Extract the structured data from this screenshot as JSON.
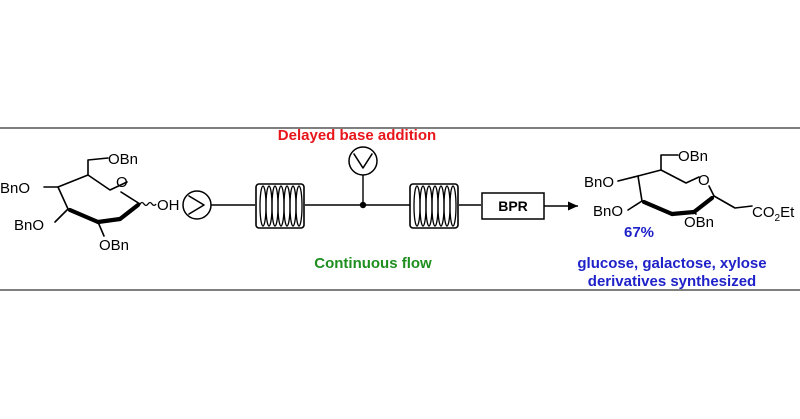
{
  "colors": {
    "base_addition": "#e8151b",
    "continuous_flow": "#1e8f1e",
    "product_info": "#1f22c8"
  },
  "labels": {
    "base_addition": "Delayed base addition",
    "continuous_flow": "Continuous flow",
    "bpr": "BPR",
    "yield": "67%",
    "scope_line1": "glucose, galactose, xylose",
    "scope_line2": "derivatives synthesized"
  },
  "starting_material": {
    "c6_label": "OBn",
    "c4_label": "BnO",
    "c3_label": "BnO",
    "c2_label": "OBn",
    "ring_o": "O",
    "anomeric_oh": "OH"
  },
  "product": {
    "c6_label": "OBn",
    "c4_label": "BnO",
    "c3_label": "BnO",
    "c2_label": "OBn",
    "ring_o": "O",
    "ester_main": "CO",
    "ester_sub": "2",
    "ester_tail": "Et"
  },
  "icons": {
    "pump_main": "syringe-pump-icon",
    "pump_base": "base-pump-icon",
    "coil_1": "reactor-coil-icon",
    "coil_2": "reactor-coil-icon"
  }
}
